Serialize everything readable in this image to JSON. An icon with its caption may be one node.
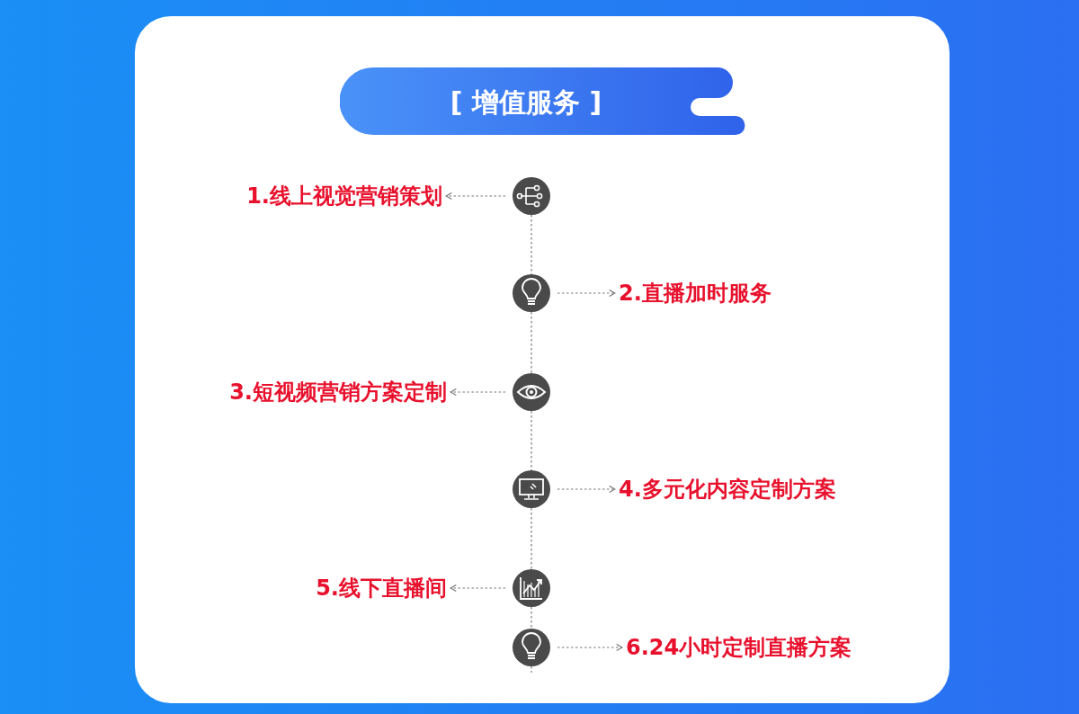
{
  "diagram": {
    "title": "[ 增值服务 ]",
    "nodes": [
      {
        "text": [
          "1.线上视觉营销策划"
        ]
      },
      {
        "text": [],
        "shape": "picture"
      },
      {
        "text": [],
        "shape": "picture"
      },
      {
        "text": [
          "2.直播加时服务"
        ]
      },
      {
        "text": [
          "3.短视频营销方案定制"
        ]
      },
      {
        "text": [],
        "shape": "picture"
      },
      {
        "text": [],
        "shape": "picture"
      },
      {
        "text": [
          "4.多元化内容定制方案"
        ]
      },
      {
        "text": [
          "5.线下直播间"
        ]
      },
      {
        "text": [],
        "shape": "picture"
      },
      {
        "text": [],
        "shape": "picture"
      },
      {
        "text": [
          "6.24小时定制直播方案"
        ]
      }
    ],
    "edges": [
      {
        "from": 1,
        "to": 0,
        "arrow": "to",
        "style": "dashed"
      },
      {
        "from": 1,
        "to": 2,
        "arrow": "none",
        "style": "dashed"
      },
      {
        "from": 2,
        "to": 3,
        "arrow": "to",
        "style": "dashed"
      },
      {
        "from": 2,
        "to": 5,
        "arrow": "none",
        "style": "dashed"
      },
      {
        "from": 5,
        "to": 4,
        "arrow": "to",
        "style": "dashed"
      },
      {
        "from": 5,
        "to": 6,
        "arrow": "none",
        "style": "dashed"
      },
      {
        "from": 6,
        "to": 7,
        "arrow": "to",
        "style": "dashed"
      },
      {
        "from": 6,
        "to": 9,
        "arrow": "none",
        "style": "dashed"
      },
      {
        "from": 9,
        "to": 8,
        "arrow": "to",
        "style": "dashed"
      },
      {
        "from": 9,
        "to": 10,
        "arrow": "none",
        "style": "dashed"
      },
      {
        "from": 10,
        "to": 11,
        "arrow": "to",
        "style": "dashed"
      },
      {
        "from": 10,
        "to": null,
        "arrow": "none",
        "style": "dashed"
      }
    ]
  }
}
